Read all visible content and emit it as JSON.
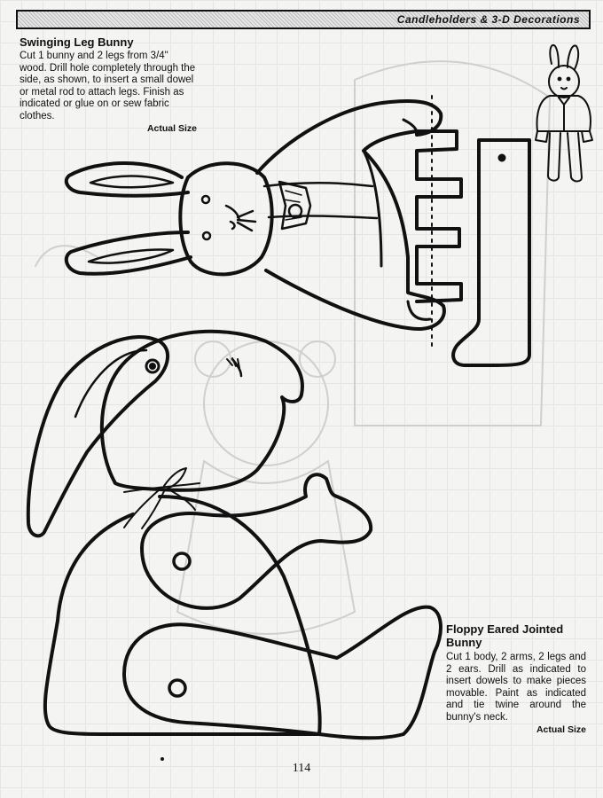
{
  "header": {
    "title": "Candleholders & 3-D Decorations"
  },
  "swinging_leg_bunny": {
    "title": "Swinging Leg Bunny",
    "instructions": "Cut 1 bunny and 2 legs from 3/4\" wood. Drill hole completely through the side, as shown, to insert a small dowel or metal rod to attach legs. Finish as indicated or glue on or sew fabric clothes.",
    "size_label": "Actual Size"
  },
  "floppy_eared_bunny": {
    "title": "Floppy Eared Jointed Bunny",
    "instructions": "Cut 1 body, 2 arms, 2 legs and 2 ears. Drill as indicated to insert dowels to make pieces movable. Paint as indicated and tie twine around the bunny's neck.",
    "size_label": "Actual Size"
  },
  "page_number": "114"
}
